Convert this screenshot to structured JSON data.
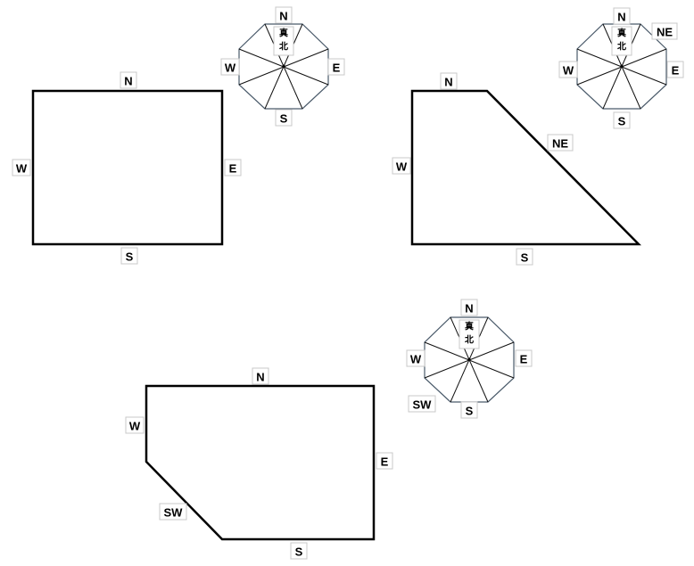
{
  "diagrams": [
    {
      "shape": "rectangle",
      "labels": {
        "n": "N",
        "w": "W",
        "e": "E",
        "s": "S"
      },
      "compass": {
        "n": "N",
        "e": "E",
        "w": "W",
        "s": "S",
        "true_north_1": "真",
        "true_north_2": "北"
      }
    },
    {
      "shape": "trapezoid-ne-cut",
      "labels": {
        "n": "N",
        "w": "W",
        "ne": "NE",
        "s": "S"
      },
      "compass": {
        "n": "N",
        "ne": "NE",
        "e": "E",
        "w": "W",
        "s": "S",
        "true_north_1": "真",
        "true_north_2": "北"
      }
    },
    {
      "shape": "pentagon-sw-cut",
      "labels": {
        "n": "N",
        "w": "W",
        "e": "E",
        "sw": "SW",
        "s": "S"
      },
      "compass": {
        "n": "N",
        "e": "E",
        "w": "W",
        "sw": "SW",
        "s": "S",
        "true_north_1": "真",
        "true_north_2": "北"
      }
    }
  ]
}
